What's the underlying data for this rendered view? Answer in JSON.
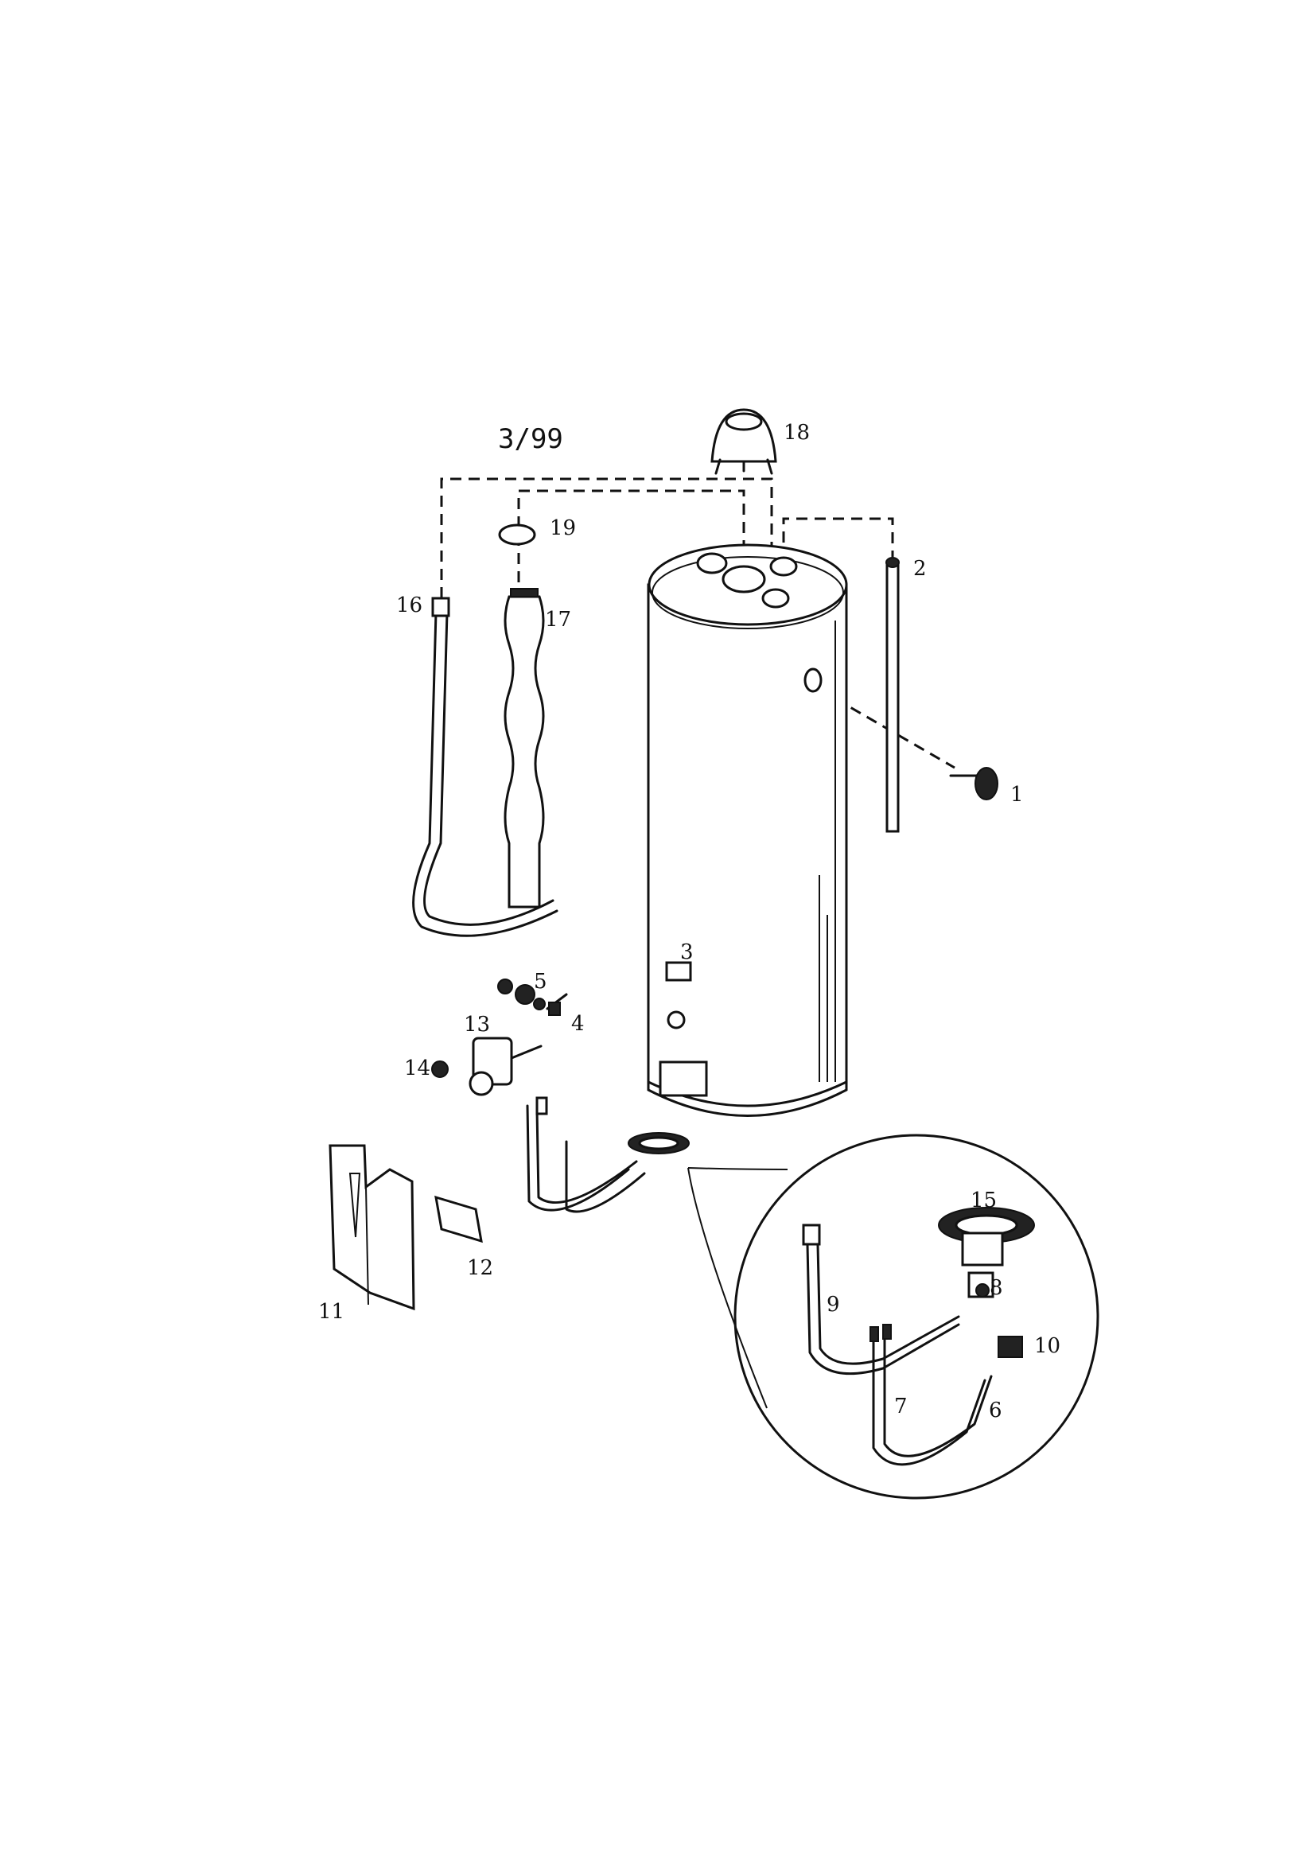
{
  "diagram": {
    "revision": "3/99",
    "callouts": {
      "p1": "1",
      "p2": "2",
      "p3": "3",
      "p4": "4",
      "p5": "5",
      "p6": "6",
      "p7": "7",
      "p8": "8",
      "p9": "9",
      "p10": "10",
      "p11": "11",
      "p12": "12",
      "p13": "13",
      "p14": "14",
      "p15": "15",
      "p16": "16",
      "p17": "17",
      "p18": "18",
      "p19": "19"
    }
  }
}
